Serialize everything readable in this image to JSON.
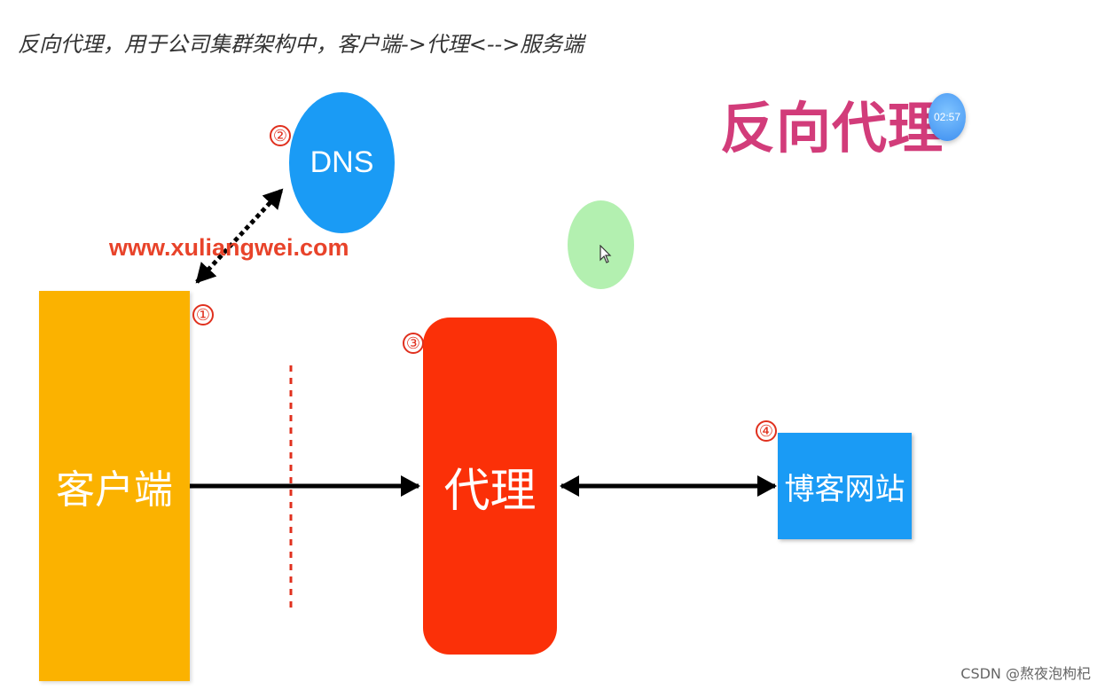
{
  "caption": "反向代理，用于公司集群架构中，客户端->代理<-->服务端",
  "title": "反向代理",
  "timer": "02:57",
  "nodes": {
    "dns": "DNS",
    "client": "客户端",
    "proxy": "代理",
    "blog": "博客网站"
  },
  "url": "www.xuliangwei.com",
  "steps": {
    "one": "①",
    "two": "②",
    "three": "③",
    "four": "④"
  },
  "watermark": "CSDN @熬夜泡枸杞",
  "colors": {
    "client": "#fbb200",
    "proxy": "#fb3008",
    "dns": "#1a9bf5",
    "blog": "#1a9bf5",
    "title": "#d23c7a",
    "url": "#e8432a"
  }
}
